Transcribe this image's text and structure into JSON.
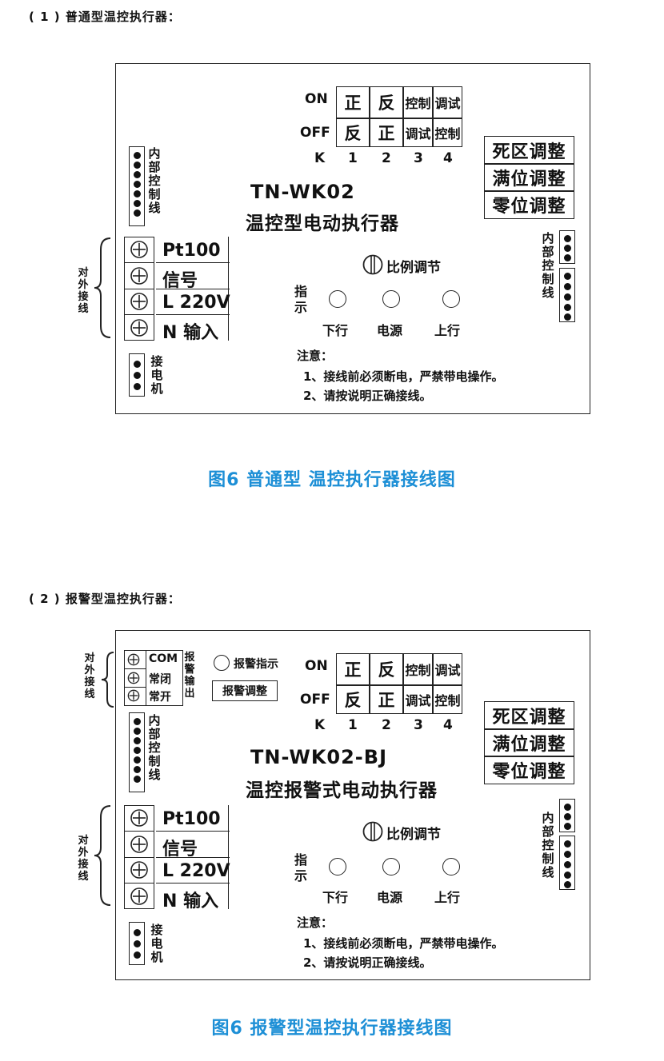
{
  "section1": {
    "title": "( 1 ) 普通型温控执行器：",
    "model": "TN-WK02",
    "subtitle": "温控型电动执行器",
    "caption": "图6  普通型 温控执行器接线图"
  },
  "section2": {
    "title": "( 2 ) 报警型温控执行器：",
    "model": "TN-WK02-BJ",
    "subtitle": "温控报警式电动执行器",
    "caption": "图6  报警型温控执行器接线图",
    "alarm_indicator": "报警指示",
    "alarm_adjust": "报警调整",
    "alarm_terms": [
      "COM",
      "常闭",
      "常开"
    ],
    "alarm_output": [
      "报",
      "警",
      "输",
      "出"
    ],
    "ext_wiring_top": [
      "对",
      "外",
      "接",
      "线"
    ]
  },
  "switch": {
    "on": "ON",
    "off": "OFF",
    "k": "K",
    "on_cells": [
      "正",
      "反",
      "控制",
      "调试"
    ],
    "off_cells": [
      "反",
      "正",
      "调试",
      "控制"
    ],
    "nums": [
      "1",
      "2",
      "3",
      "4"
    ]
  },
  "adjust": [
    "死区调整",
    "满位调整",
    "零位调整"
  ],
  "internal_ctrl": [
    "内",
    "部",
    "控",
    "制",
    "线"
  ],
  "ext_wiring": [
    "对",
    "外",
    "接",
    "线"
  ],
  "motor": [
    "接",
    "电",
    "机"
  ],
  "terminals": [
    "Pt100",
    "信号",
    "L 220V",
    "N 输入"
  ],
  "ratio": "比例调节",
  "indicate": [
    "指",
    "示"
  ],
  "leds": [
    "下行",
    "电源",
    "上行"
  ],
  "notes": {
    "head": "注意：",
    "n1": "1、接线前必须断电，严禁带电操作。",
    "n2": "2、请按说明正确接线。"
  }
}
